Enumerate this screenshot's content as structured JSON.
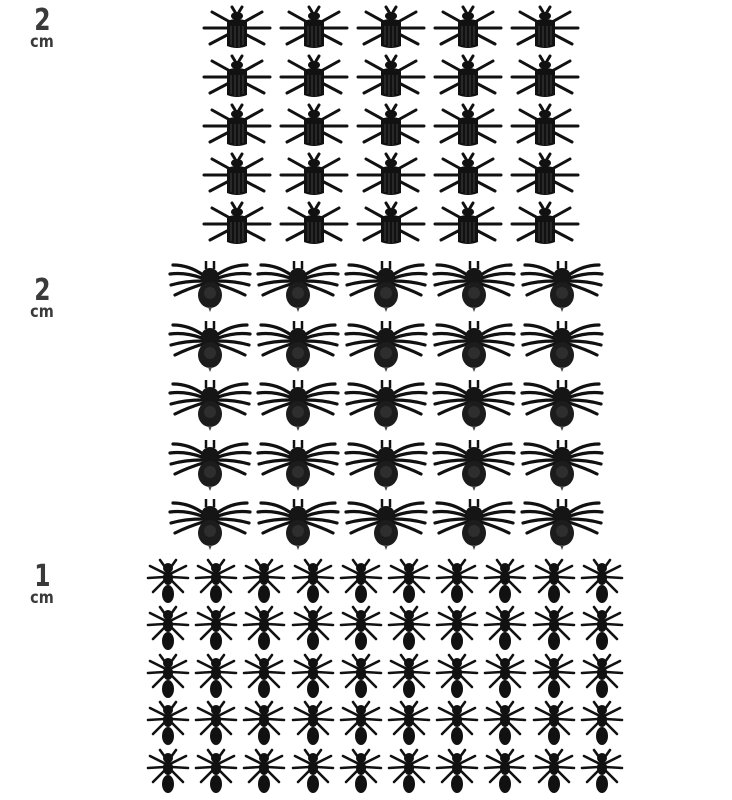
{
  "sections": [
    {
      "id": "flies",
      "label_number": "2",
      "label_unit": "cm",
      "insect": "fly",
      "rows": 5,
      "cols": 5,
      "count": 25
    },
    {
      "id": "spiders",
      "label_number": "2",
      "label_unit": "cm",
      "insect": "spider",
      "rows": 5,
      "cols": 5,
      "count": 25
    },
    {
      "id": "ants",
      "label_number": "1",
      "label_unit": "cm",
      "insect": "ant",
      "rows": 5,
      "cols": 10,
      "count": 50
    }
  ],
  "colors": {
    "background": "#ffffff",
    "label": "#3a3a3a",
    "insect": "#111111"
  }
}
